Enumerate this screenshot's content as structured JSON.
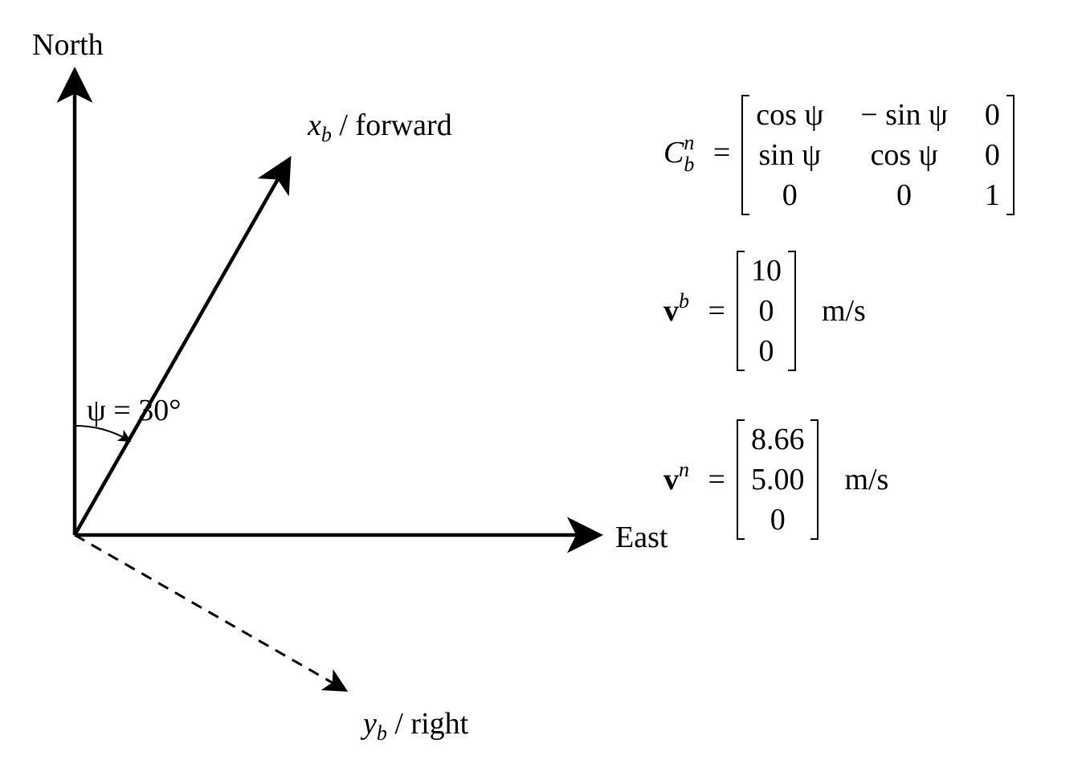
{
  "axes": {
    "north_label": "North",
    "east_label": "East"
  },
  "body_axes": {
    "xb_symbol": "x",
    "xb_sub": "b",
    "xb_text": " / forward",
    "yb_symbol": "y",
    "yb_sub": "b",
    "yb_text": " / right"
  },
  "angle": {
    "label": "ψ = 30°",
    "heading_deg": 30
  },
  "rotation_matrix": {
    "lhs_symbol": "C",
    "lhs_sup": "n",
    "lhs_sub": "b",
    "equals": "=",
    "rows": [
      [
        "cos ψ",
        "− sin ψ",
        "0"
      ],
      [
        "sin ψ",
        "cos ψ",
        "0"
      ],
      [
        "0",
        "0",
        "1"
      ]
    ]
  },
  "body_velocity": {
    "lhs_symbol": "v",
    "lhs_sup": "b",
    "equals": "=",
    "values": [
      "10",
      "0",
      "0"
    ],
    "units": "m/s"
  },
  "nav_velocity": {
    "lhs_symbol": "v",
    "lhs_sup": "n",
    "equals": "=",
    "values": [
      "8.66",
      "5.00",
      "0"
    ],
    "units": "m/s"
  }
}
